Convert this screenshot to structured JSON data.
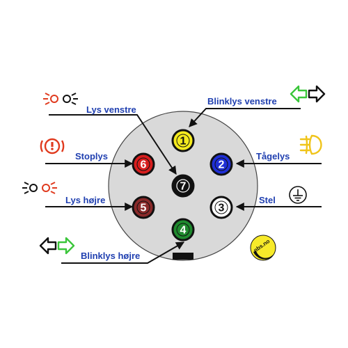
{
  "labels": {
    "lys_venstre": "Lys venstre",
    "blinklys_venstre": "Blinklys venstre",
    "stoplys": "Stoplys",
    "tagelys": "Tågelys",
    "lys_hojre": "Lys højre",
    "stel": "Stel",
    "blinklys_hojre": "Blinklys højre"
  },
  "pins": [
    {
      "number": "1",
      "color": "#f4ea1e",
      "text_color": "#111111"
    },
    {
      "number": "2",
      "color": "#1f2fd6",
      "text_color": "#ffffff"
    },
    {
      "number": "3",
      "color": "#ffffff",
      "text_color": "#111111"
    },
    {
      "number": "4",
      "color": "#1f8a2e",
      "text_color": "#ffffff"
    },
    {
      "number": "5",
      "color": "#8a2a2a",
      "text_color": "#ffffff"
    },
    {
      "number": "6",
      "color": "#d81e1e",
      "text_color": "#ffffff"
    },
    {
      "number": "7",
      "color": "#111111",
      "text_color": "#ffffff"
    }
  ],
  "logo": {
    "text": "nbs.no"
  },
  "colors": {
    "plug_body": "#d9d9d9",
    "label_blue": "#1f3fb0",
    "icon_red": "#e03a1e",
    "icon_green": "#3ac63a",
    "icon_yellow": "#f0c419",
    "icon_black": "#111111",
    "logo_yellow": "#f7ea2a"
  },
  "icons": [
    "parking-light-icon",
    "brake-light-icon",
    "turn-signal-icon",
    "fog-light-icon",
    "ground-icon",
    "logo-badge"
  ]
}
